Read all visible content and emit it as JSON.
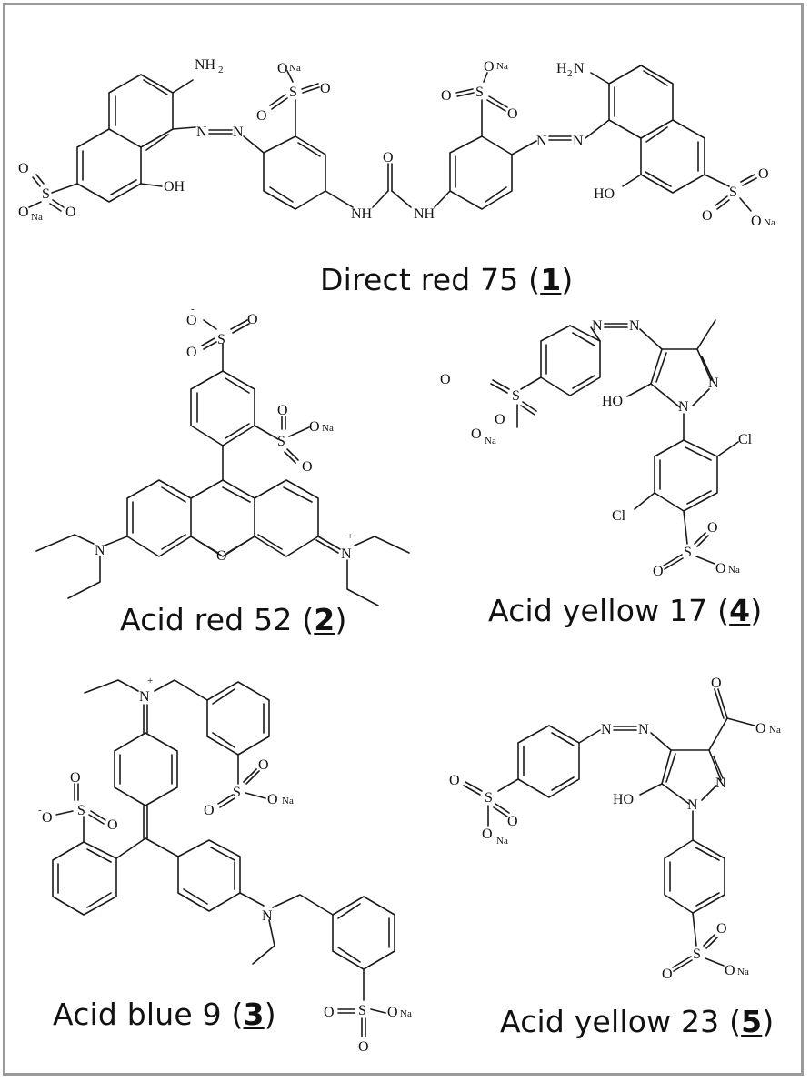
{
  "figure": {
    "compounds": [
      {
        "id": 1,
        "name": "Direct red 75",
        "number": "1",
        "label_open": "Direct red 75 (",
        "label_close": ")"
      },
      {
        "id": 2,
        "name": "Acid red 52",
        "number": "2",
        "label_open": "Acid red 52 (",
        "label_close": ")"
      },
      {
        "id": 3,
        "name": "Acid blue 9",
        "number": "3",
        "label_open": "Acid blue 9 (",
        "label_close": ")"
      },
      {
        "id": 4,
        "name": "Acid yellow 17",
        "number": "4",
        "label_open": "Acid yellow 17 (",
        "label_close": ")"
      },
      {
        "id": 5,
        "name": "Acid yellow 23",
        "number": "5",
        "label_open": "Acid yellow 23 (",
        "label_close": ")"
      }
    ],
    "atoms": {
      "NH2": "NH",
      "H2N": "H",
      "N": "N",
      "NH": "NH",
      "O": "O",
      "OH": "OH",
      "HO": "HO",
      "S": "S",
      "Na": "Na",
      "ONa": "ONa",
      "Cl": "Cl",
      "sub2": "2",
      "plus": "+",
      "minus": "-",
      "N_eq_N": "N=N"
    }
  }
}
